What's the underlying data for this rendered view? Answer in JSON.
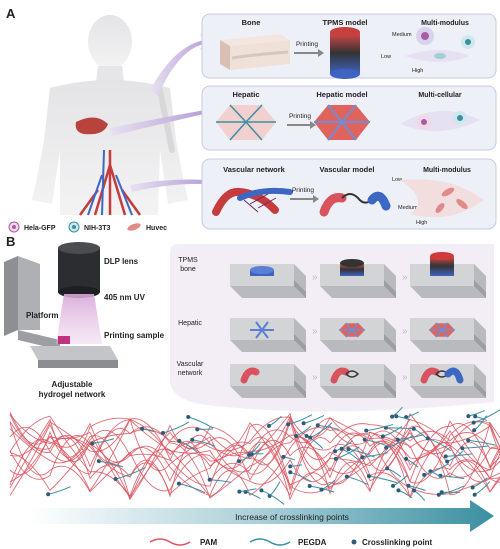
{
  "panels": {
    "a": "A",
    "b": "B"
  },
  "rows": [
    {
      "col1": "Bone",
      "col2": "TPMS model",
      "col3": "Multi-modulus",
      "arrow": "Printing",
      "sub": [
        "Medium",
        "Low",
        "High"
      ]
    },
    {
      "col1": "Hepatic",
      "col2": "Hepatic model",
      "col3": "Multi-cellular",
      "arrow": "Printing",
      "sub": []
    },
    {
      "col1": "Vascular network",
      "col2": "Vascular model",
      "col3": "Multi-modulus",
      "arrow": "Printing",
      "sub": [
        "Low",
        "Medium",
        "High"
      ]
    }
  ],
  "cell_legend": [
    "Hela-GFP",
    "NIH-3T3",
    "Huvec"
  ],
  "printer": {
    "lens": "DLP lens",
    "uv": "405 nm UV",
    "platform": "Platform",
    "sample": "Printing sample",
    "hydrogel": [
      "Adjustable",
      "hydrogel network"
    ]
  },
  "stages": [
    {
      "label": [
        "TPMS",
        "bone"
      ]
    },
    {
      "label": [
        "Hepatic"
      ]
    },
    {
      "label": [
        "Vascular",
        "network"
      ]
    }
  ],
  "gradient_label": "Increase of crosslinking points",
  "network_legend": [
    "PAM",
    "PEGDA",
    "Crosslinking point"
  ],
  "colors": {
    "pam": "#d9525e",
    "pegda": "#3a8fa0",
    "accent": "#b03a8c",
    "row_bg": "#eef0f8"
  }
}
